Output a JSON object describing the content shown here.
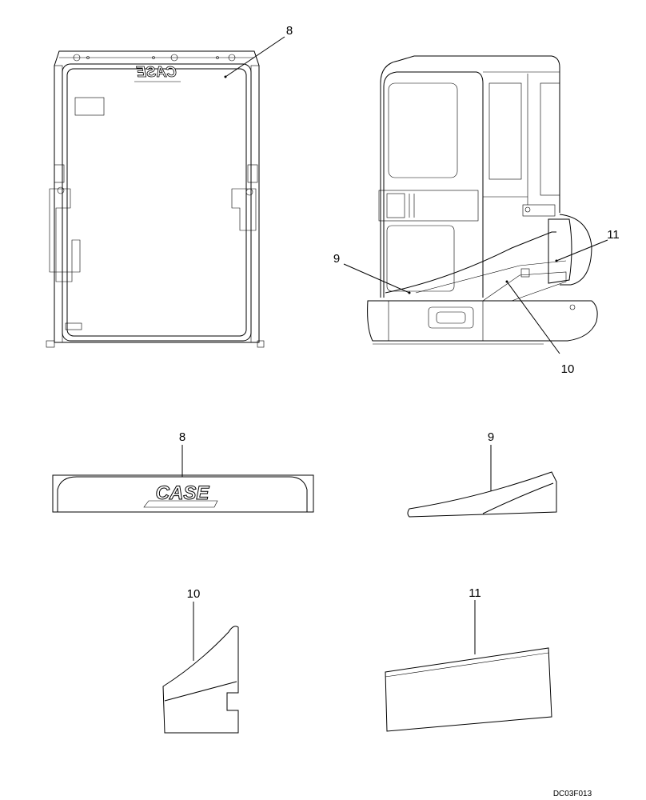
{
  "callouts": {
    "top_left": "8",
    "top_right_11": "11",
    "top_right_9": "9",
    "top_right_10": "10",
    "part_8": "8",
    "part_9": "9",
    "part_10": "10",
    "part_11": "11"
  },
  "logo_text": "CASE",
  "drawing_code": "DC03F013",
  "colors": {
    "line": "#000000",
    "fill": "#ffffff",
    "shade": "#e6e6e6"
  }
}
